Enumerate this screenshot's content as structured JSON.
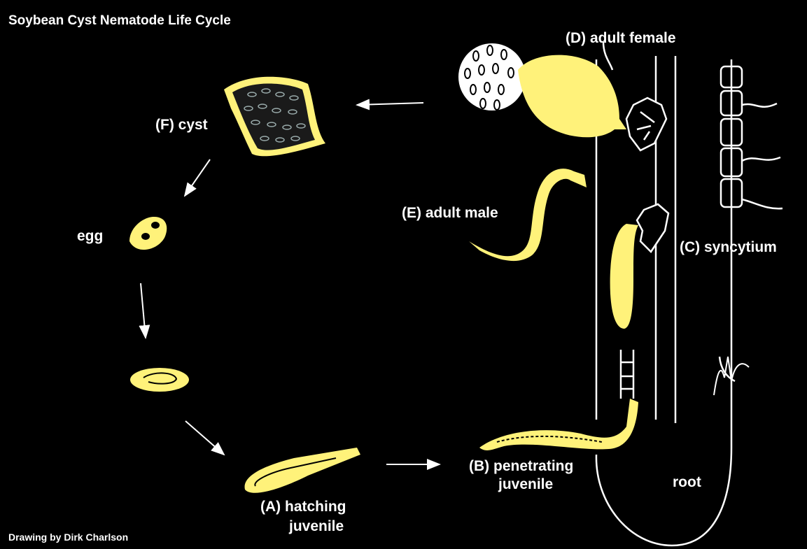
{
  "title": "Soybean Cyst Nematode Life Cycle",
  "credit": "Drawing by Dirk Charlson",
  "stages": {
    "d": "(D) adult female",
    "f": "(F) cyst",
    "e": "(E) adult male",
    "c": "(C) syncytium",
    "egg": "egg",
    "b1": "(B) penetrating",
    "b2": "juvenile",
    "a1": "(A) hatching",
    "a2": "juvenile",
    "root": "root"
  },
  "colors": {
    "background": "#000000",
    "nematode": "#FFF27A",
    "line": "#FFFFFF",
    "egg_dark": "#1a1a1a"
  }
}
